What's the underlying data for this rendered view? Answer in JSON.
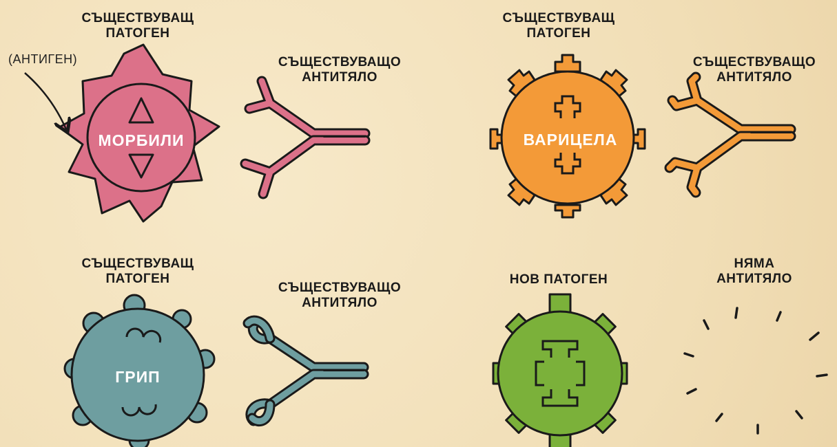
{
  "panels": {
    "measles": {
      "pathogen_label": [
        "СЪЩЕСТВУВАЩ",
        "ПАТОГЕН"
      ],
      "antigen_note": "(АНТИГЕН)",
      "antibody_label": [
        "СЪЩЕСТВУВАЩО",
        "АНТИТЯЛО"
      ],
      "pathogen_name": "МОРБИЛИ",
      "color": "#dc7189"
    },
    "chickenpox": {
      "pathogen_label": [
        "СЪЩЕСТВУВАЩ",
        "ПАТОГЕН"
      ],
      "antibody_label": [
        "СЪЩЕСТВУВАЩО",
        "АНТИТЯЛО"
      ],
      "pathogen_name": "ВАРИЦЕЛА",
      "color": "#f39a38"
    },
    "flu": {
      "pathogen_label": [
        "СЪЩЕСТВУВАЩ",
        "ПАТОГЕН"
      ],
      "antibody_label": [
        "СЪЩЕСТВУВАЩО",
        "АНТИТЯЛО"
      ],
      "pathogen_name": "ГРИП",
      "color": "#6e9ea0"
    },
    "new": {
      "pathogen_label": "НОВ ПАТОГЕН",
      "antibody_label": [
        "НЯМА",
        "АНТИТЯЛО"
      ],
      "color": "#7bb13a"
    }
  },
  "outline_color": "#1a1a1a"
}
